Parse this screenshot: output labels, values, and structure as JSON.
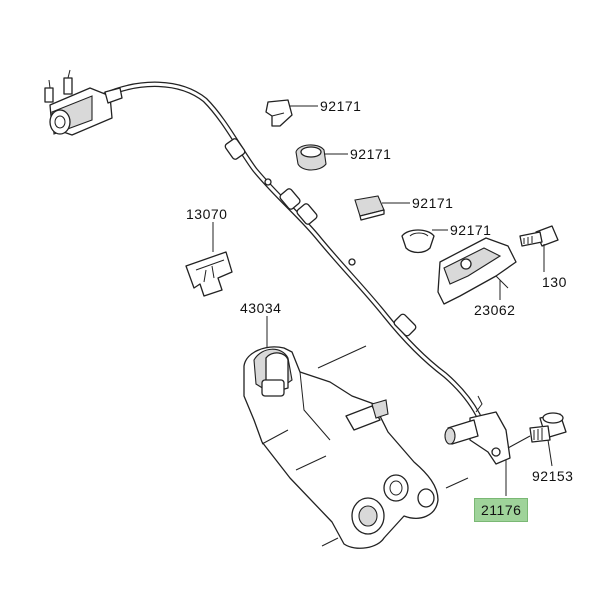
{
  "labels": {
    "clip_1": "92171",
    "clip_2": "92171",
    "clip_3": "92171",
    "clip_4": "92171",
    "plate_13070": "13070",
    "bracket_43034": "43034",
    "bracket_23062": "23062",
    "bolt_130": "130",
    "bolt_92153": "92153",
    "sensor_21176": "21176"
  },
  "colors": {
    "highlight": "#9fd39a",
    "line": "#222222"
  }
}
